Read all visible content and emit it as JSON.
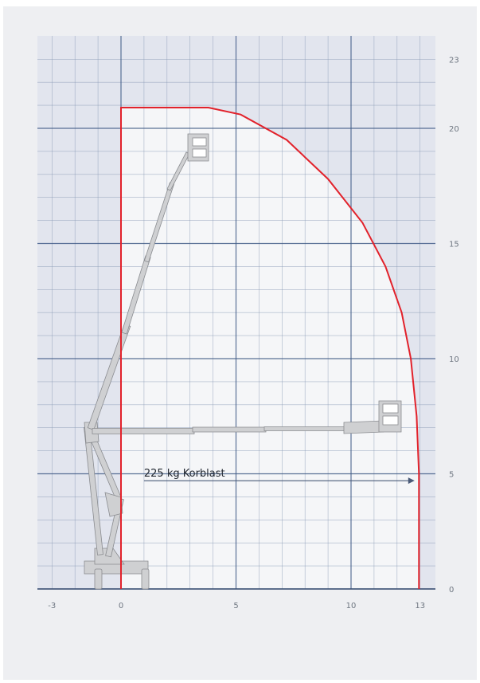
{
  "chart_data": {
    "type": "working-range-diagram",
    "x_ticks": [
      "-3",
      "0",
      "5",
      "10",
      "13"
    ],
    "y_ticks": [
      "0",
      "5",
      "10",
      "15",
      "20",
      "23"
    ],
    "xlim": [
      -3.5,
      13.5
    ],
    "ylim": [
      0,
      24
    ],
    "grid": true,
    "envelope": [
      [
        0,
        0
      ],
      [
        0,
        20.9
      ],
      [
        3.8,
        20.9
      ],
      [
        5.2,
        20.6
      ],
      [
        7.2,
        19.5
      ],
      [
        9,
        17.8
      ],
      [
        10.5,
        15.9
      ],
      [
        11.5,
        14
      ],
      [
        12.2,
        12
      ],
      [
        12.6,
        10
      ],
      [
        12.85,
        7.5
      ],
      [
        12.95,
        5
      ],
      [
        12.95,
        0
      ]
    ],
    "annotation": {
      "label": "225 kg Korblast",
      "x_from": 1,
      "x_to": 12.9,
      "y": 4.7
    },
    "colors": {
      "envelope": "#e2222b",
      "grid_major": "#3f5a86",
      "grid_minor": "#8898b4",
      "background": "#e2e5ee",
      "inside": "#f5f6f8",
      "machine": "#cfd0d2"
    }
  }
}
